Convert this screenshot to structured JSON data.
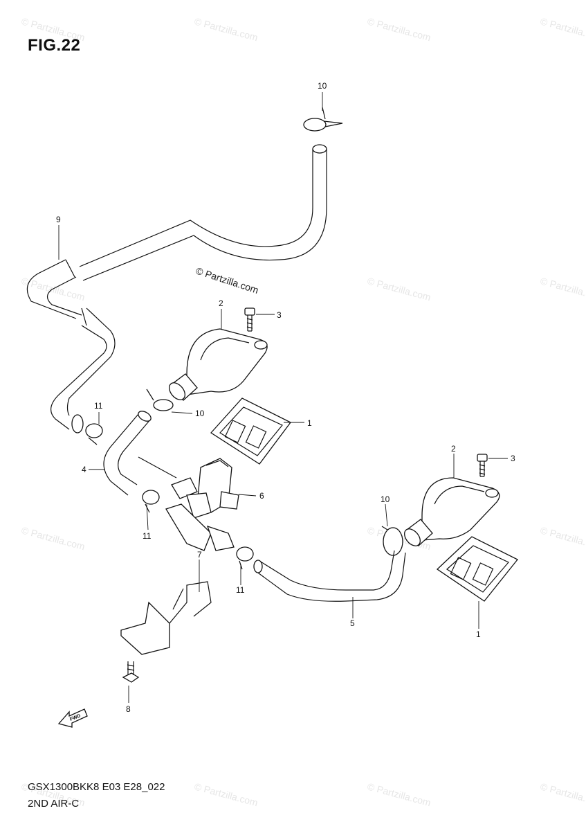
{
  "figure": {
    "title": "FIG.22",
    "code": "GSX1300BKK8 E03 E28_022",
    "name": "2ND AIR-C"
  },
  "watermark": {
    "text": "© Partzilla.com"
  },
  "fwd_label": "FWD",
  "callouts": {
    "c1a": "1",
    "c1b": "1",
    "c2a": "2",
    "c2b": "2",
    "c3a": "3",
    "c3b": "3",
    "c4": "4",
    "c5": "5",
    "c6": "6",
    "c7": "7",
    "c8": "8",
    "c9": "9",
    "c10a": "10",
    "c10b": "10",
    "c10c": "10",
    "c11a": "11",
    "c11b": "11",
    "c11c": "11"
  }
}
